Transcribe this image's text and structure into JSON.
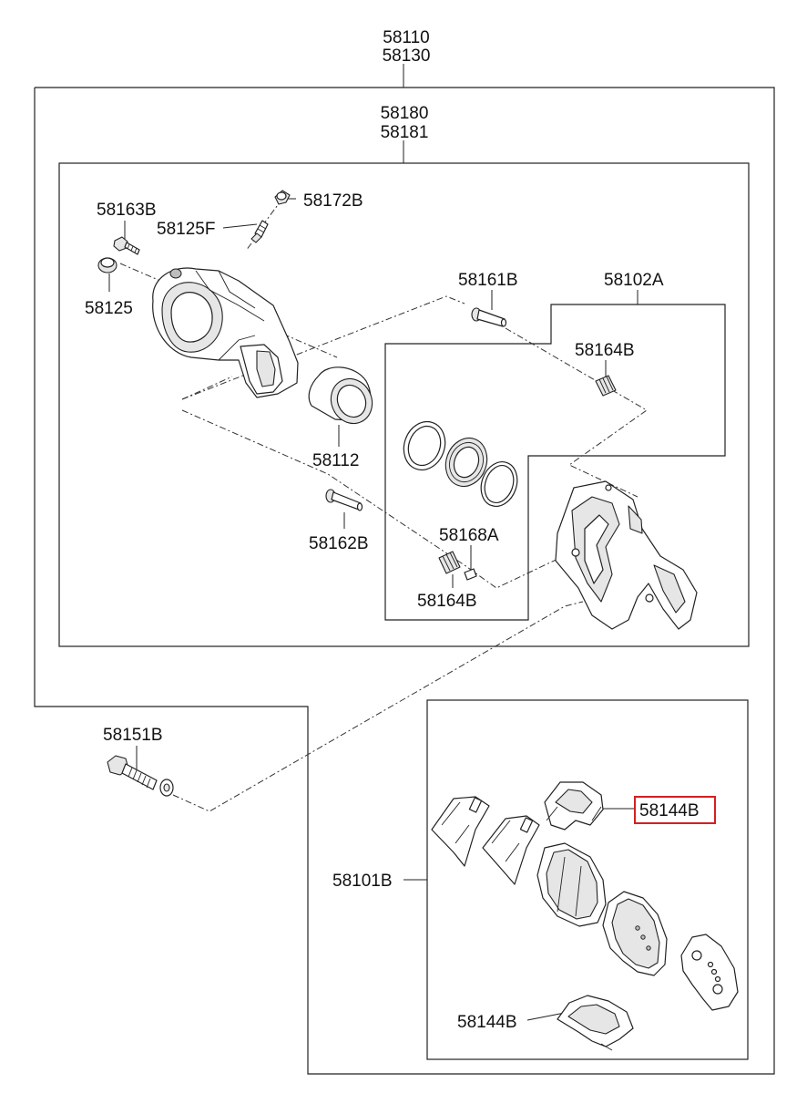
{
  "labels": {
    "assembly_main_1": "58110",
    "assembly_main_2": "58130",
    "caliper_1": "58180",
    "caliper_2": "58181",
    "bolt_58163B": "58163B",
    "cap_58172B": "58172B",
    "bleeder_58125F": "58125F",
    "cap_58125": "58125",
    "guide_pin_58161B": "58161B",
    "seal_kit_58102A": "58102A",
    "boot_58164B_top": "58164B",
    "piston_58112": "58112",
    "guide_pin_58162B": "58162B",
    "bushing_58168A": "58168A",
    "boot_58164B_bottom": "58164B",
    "bolt_58151B": "58151B",
    "pad_kit_58101B": "58101B",
    "clip_58144B_top": "58144B",
    "clip_58144B_bottom": "58144B"
  },
  "highlight": {
    "part": "58144B",
    "color": "#d42020"
  }
}
